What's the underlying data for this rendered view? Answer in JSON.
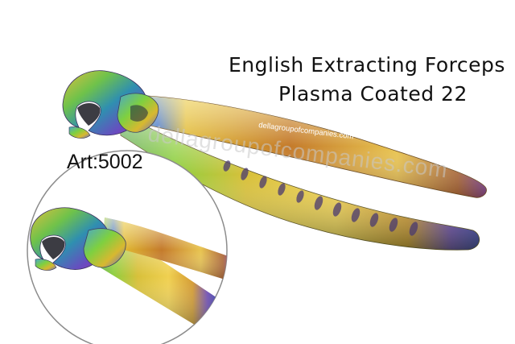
{
  "product": {
    "title_line1": "English Extracting Forceps",
    "title_line2": "Plasma Coated 22",
    "article": "Art:5002"
  },
  "watermark": {
    "large": "dellagroupofcompanies.com",
    "small": "dellagroupofcompanies.com"
  },
  "colors": {
    "background": "#ffffff",
    "text": "#111111",
    "watermark": "#c9c9c9",
    "coating_gold": "#e0b830",
    "coating_green": "#6fc24a",
    "coating_blue": "#3a6fd0",
    "coating_purple": "#9a3fb8"
  }
}
